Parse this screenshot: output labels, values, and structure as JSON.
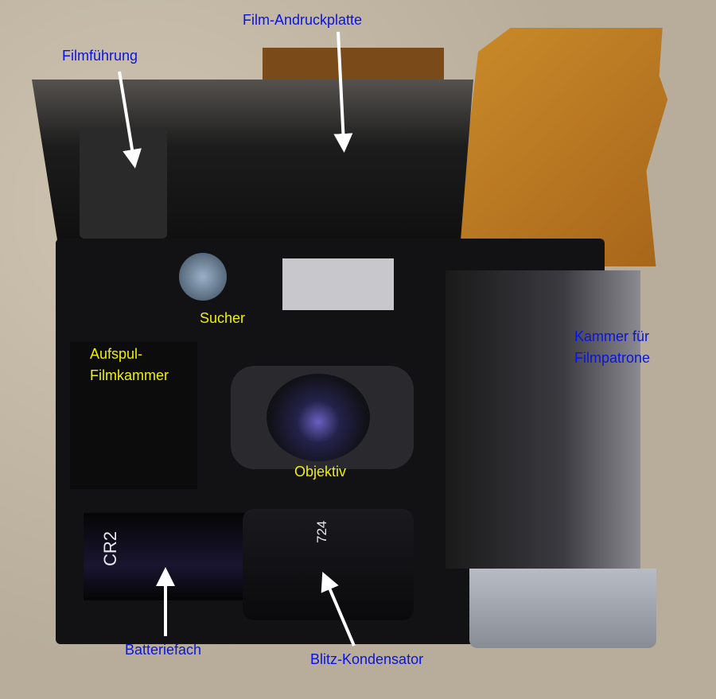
{
  "labels": {
    "film_pressure_plate": "Film-Andruckplatte",
    "film_guide": "Filmführung",
    "viewfinder": "Sucher",
    "takeup_line1": "Aufspul-",
    "takeup_line2": "Filmkammer",
    "cartridge_line1": "Kammer für",
    "cartridge_line2": "Filmpatrone",
    "lens": "Objektiv",
    "battery": "Batteriefach",
    "flash_capacitor": "Blitz-Kondensator"
  },
  "printed_text": {
    "battery_type": "CR2",
    "capacitor_code": "724"
  },
  "colors": {
    "label_blue": "#0a14e0",
    "label_yellow": "#f0f000"
  }
}
